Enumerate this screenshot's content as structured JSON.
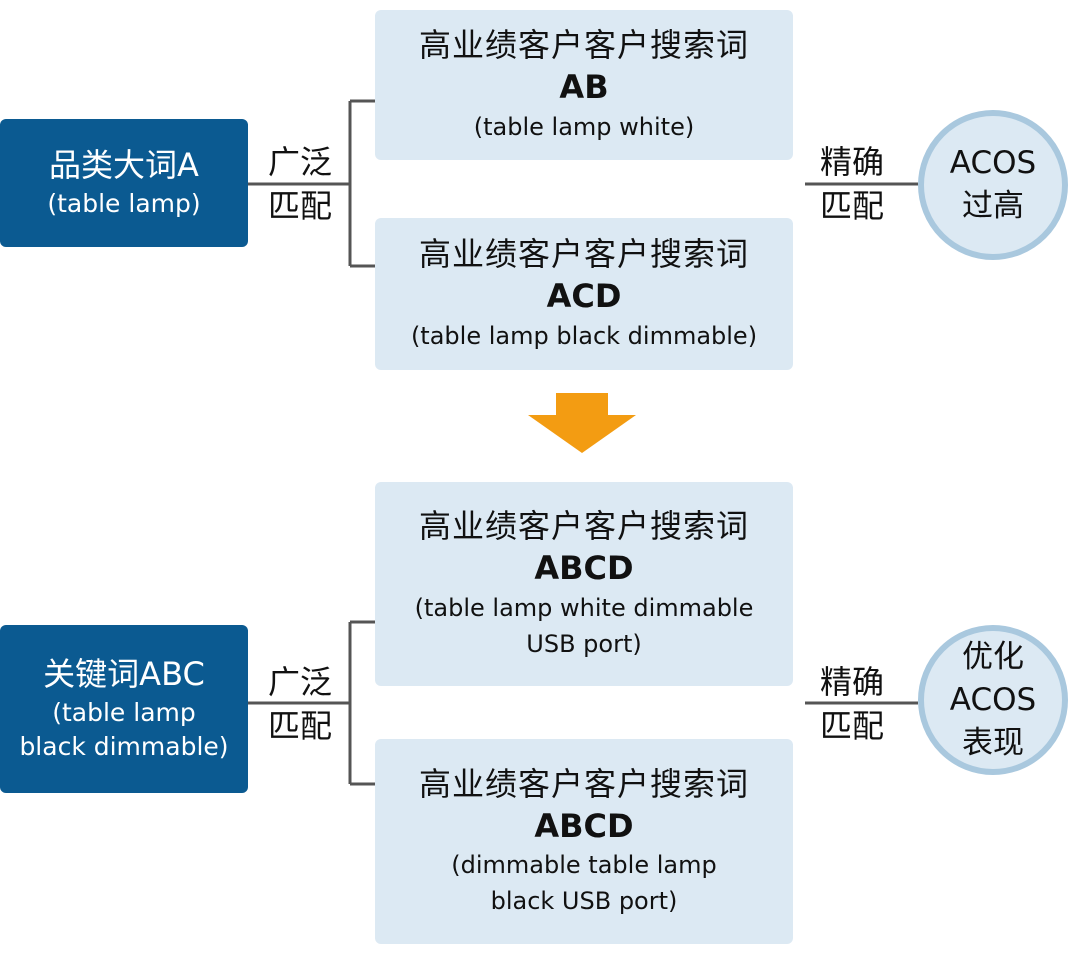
{
  "top": {
    "source": {
      "zh": "品类大词A",
      "en": "(table lamp)"
    },
    "broad_label": "广泛\n匹配",
    "targets": [
      {
        "zh": "高业绩客户客户搜索词",
        "kw": "AB",
        "en": "(table lamp white)"
      },
      {
        "zh": "高业绩客户客户搜索词",
        "kw": "ACD",
        "en": "(table lamp black dimmable)"
      }
    ],
    "exact_label": "精确\n匹配",
    "result": "ACOS\n过高"
  },
  "bottom": {
    "source": {
      "zh": "关键词ABC",
      "en": "(table lamp\nblack dimmable)"
    },
    "broad_label": "广泛\n匹配",
    "targets": [
      {
        "zh": "高业绩客户客户搜索词",
        "kw": "ABCD",
        "en": "(table lamp white dimmable\nUSB port)"
      },
      {
        "zh": "高业绩客户客户搜索词",
        "kw": "ABCD",
        "en": "(dimmable table lamp\nblack  USB port)"
      }
    ],
    "exact_label": "精确\n匹配",
    "result": "优化\nACOS\n表现"
  },
  "colors": {
    "dark_box": "#0b5a91",
    "light_box": "#dce9f3",
    "circle_border": "#a9c8de",
    "arrow": "#f39c12",
    "line": "#555555"
  }
}
